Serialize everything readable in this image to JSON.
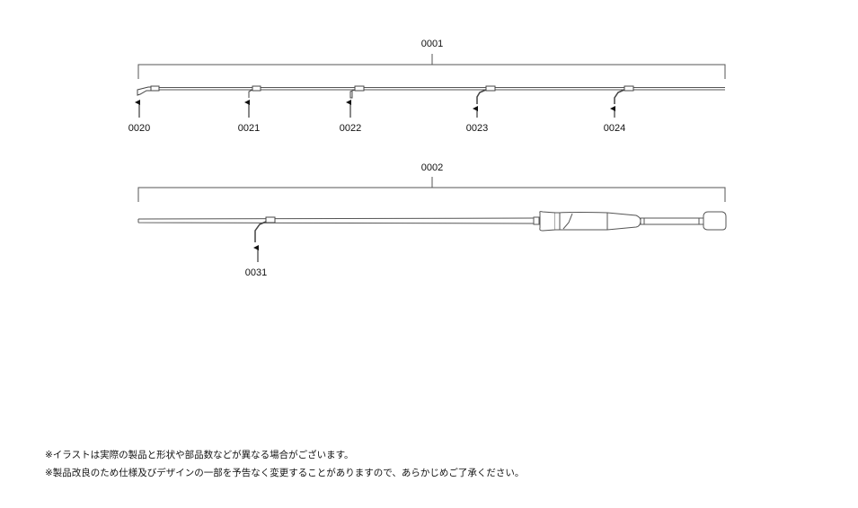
{
  "diagram": {
    "assemblies": [
      {
        "id": "0001",
        "parts": [
          "0020",
          "0021",
          "0022",
          "0023",
          "0024"
        ]
      },
      {
        "id": "0002",
        "parts": [
          "0031"
        ]
      }
    ]
  },
  "notes": [
    "※イラストは実際の製品と形状や部品数などが異なる場合がございます。",
    "※製品改良のため仕様及びデザインの一部を予告なく変更することがありますので、あらかじめご了承ください。"
  ]
}
